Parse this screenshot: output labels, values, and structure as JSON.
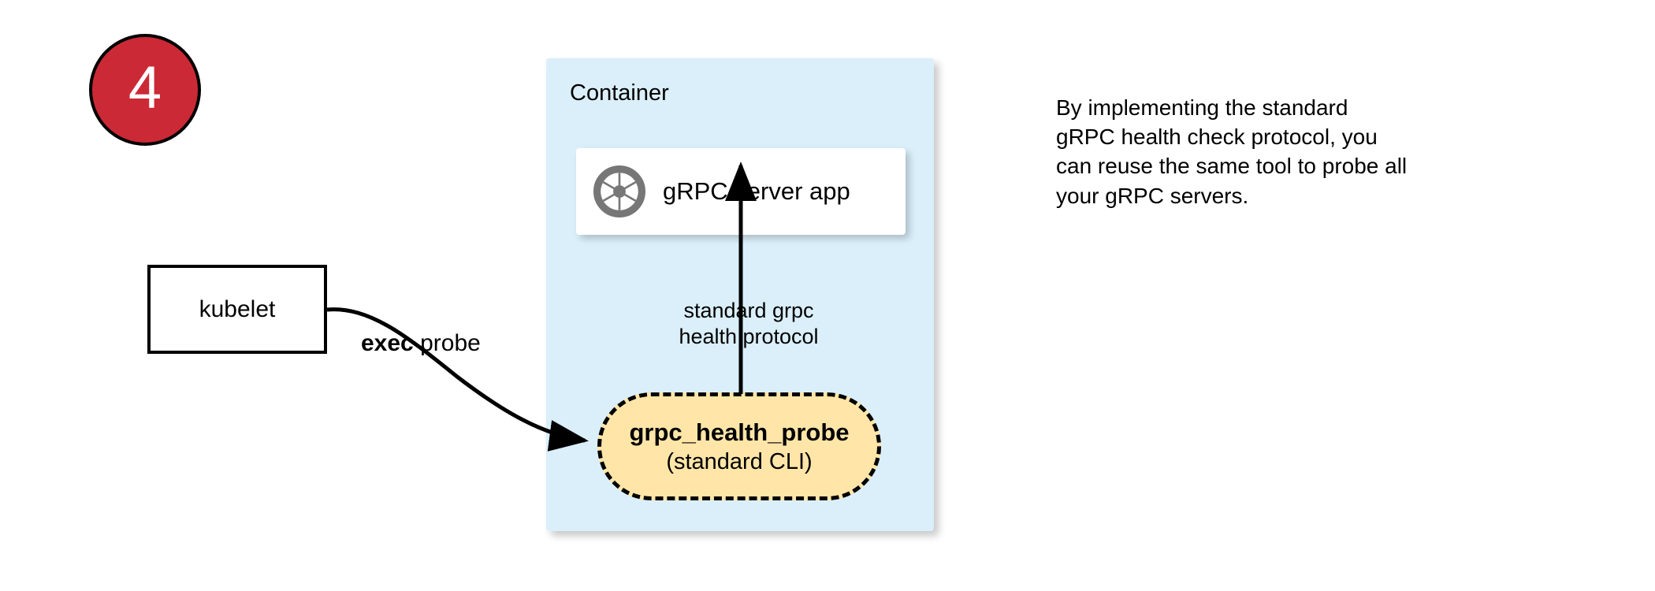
{
  "step": {
    "number": "4",
    "circle_fill": "#CC2936",
    "circle_stroke": "#000000",
    "number_color": "#ffffff"
  },
  "kubelet": {
    "label": "kubelet",
    "fill": "#ffffff",
    "stroke": "#000000"
  },
  "container": {
    "title": "Container",
    "fill": "#DAEFFA"
  },
  "server_app": {
    "label": "gRPC server app",
    "icon": "aperture-icon",
    "icon_color": "#777777",
    "fill": "#ffffff"
  },
  "health_probe": {
    "title": "grpc_health_probe",
    "subtitle": "(standard CLI)",
    "fill": "#FFE6A8",
    "stroke": "#000000",
    "stroke_style": "dashed"
  },
  "edges": {
    "exec_probe_bold": "exec",
    "exec_probe_rest": " probe",
    "protocol_line1": "standard grpc",
    "protocol_line2": "health protocol"
  },
  "note": {
    "line1": "By implementing the standard",
    "line2": "gRPC health check protocol, you",
    "line3": "can reuse the same tool to probe all",
    "line4": "your gRPC servers."
  }
}
